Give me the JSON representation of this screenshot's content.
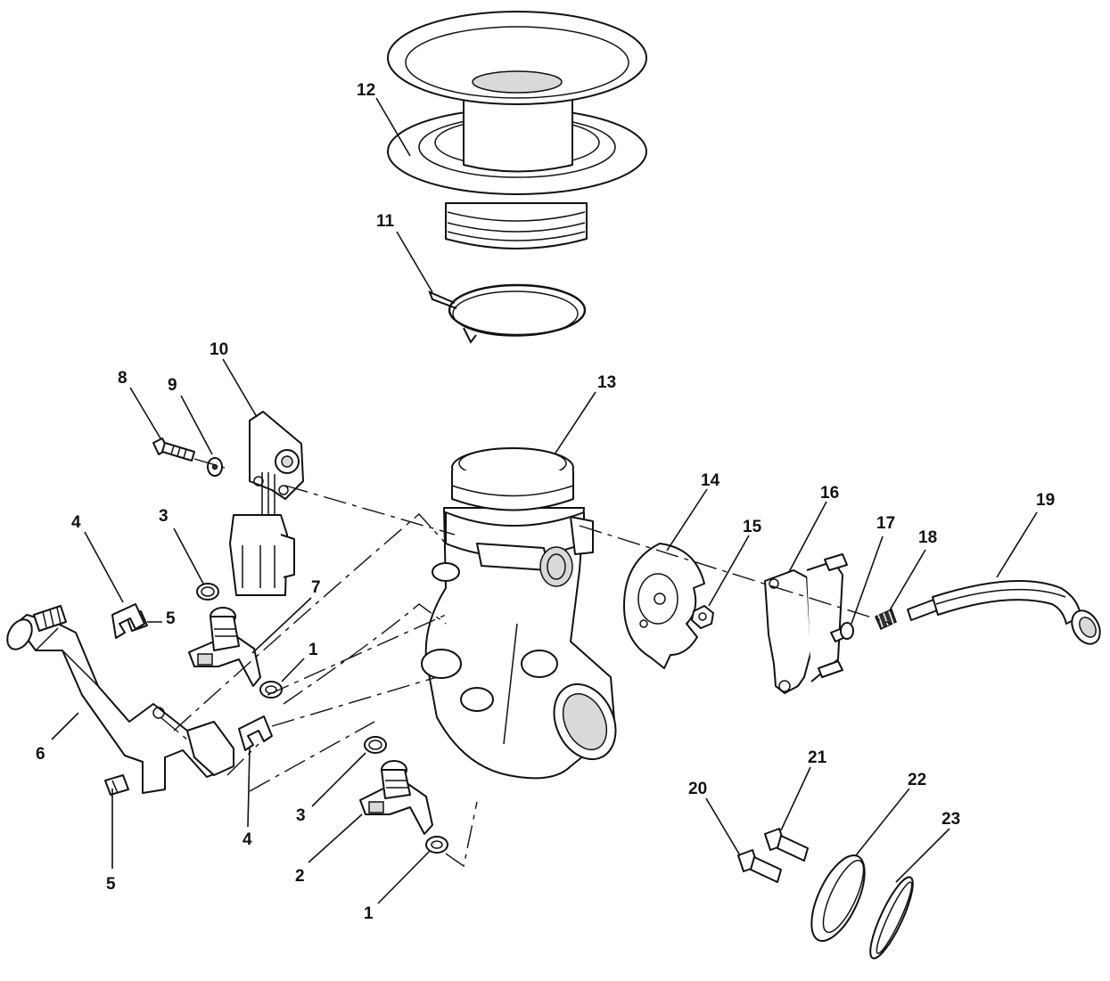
{
  "callouts": [
    {
      "id": "c12",
      "text": "12"
    },
    {
      "id": "c11",
      "text": "11"
    },
    {
      "id": "c10",
      "text": "10"
    },
    {
      "id": "c8",
      "text": "8"
    },
    {
      "id": "c9",
      "text": "9"
    },
    {
      "id": "c13",
      "text": "13"
    },
    {
      "id": "c14",
      "text": "14"
    },
    {
      "id": "c16",
      "text": "16"
    },
    {
      "id": "c19",
      "text": "19"
    },
    {
      "id": "c17",
      "text": "17"
    },
    {
      "id": "c15",
      "text": "15"
    },
    {
      "id": "c18",
      "text": "18"
    },
    {
      "id": "c3a",
      "text": "3"
    },
    {
      "id": "c4a",
      "text": "4"
    },
    {
      "id": "c7",
      "text": "7"
    },
    {
      "id": "c5a",
      "text": "5"
    },
    {
      "id": "c1a",
      "text": "1"
    },
    {
      "id": "c6",
      "text": "6"
    },
    {
      "id": "c21",
      "text": "21"
    },
    {
      "id": "c22",
      "text": "22"
    },
    {
      "id": "c20",
      "text": "20"
    },
    {
      "id": "c23",
      "text": "23"
    },
    {
      "id": "c3b",
      "text": "3"
    },
    {
      "id": "c4b",
      "text": "4"
    },
    {
      "id": "c2",
      "text": "2"
    },
    {
      "id": "c5b",
      "text": "5"
    },
    {
      "id": "c1b",
      "text": "1"
    }
  ]
}
